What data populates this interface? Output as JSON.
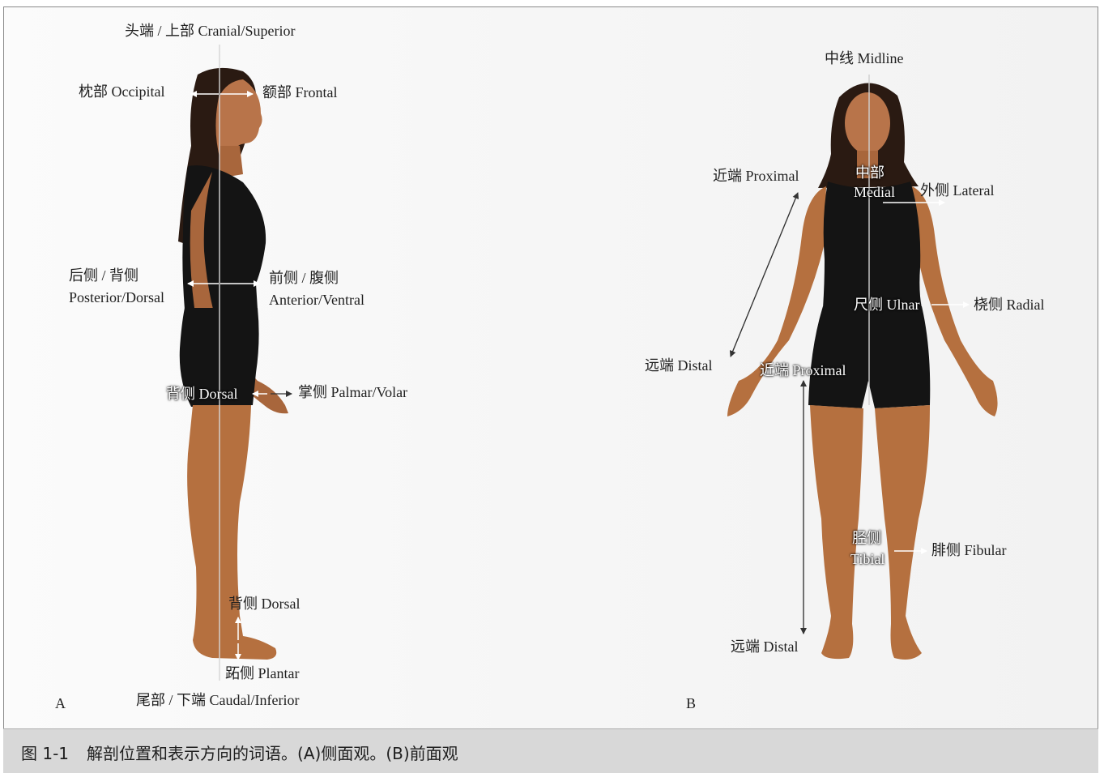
{
  "figure": {
    "caption_number": "图 1-1",
    "caption_text": "解剖位置和表示方向的词语。(A)侧面观。(B)前面观"
  },
  "panel_a": {
    "letter": "A",
    "labels": {
      "cranial": "头端 / 上部 Cranial/Superior",
      "occipital": "枕部 Occipital",
      "frontal": "额部 Frontal",
      "posterior_cn": "后侧 / 背侧",
      "posterior_en": "Posterior/Dorsal",
      "anterior_cn": "前侧 / 腹侧",
      "anterior_en": "Anterior/Ventral",
      "hand_dorsal": "背侧 Dorsal",
      "palmar": "掌侧 Palmar/Volar",
      "foot_dorsal": "背侧 Dorsal",
      "plantar": "跖侧 Plantar",
      "caudal": "尾部 / 下端 Caudal/Inferior"
    }
  },
  "panel_b": {
    "letter": "B",
    "labels": {
      "midline": "中线 Midline",
      "proximal_arm": "近端 Proximal",
      "medial_cn": "中部",
      "medial_en": "Medial",
      "lateral": "外侧 Lateral",
      "ulnar": "尺侧 Ulnar",
      "radial": "桡侧 Radial",
      "distal_arm": "远端 Distal",
      "proximal_leg": "近端 Proximal",
      "tibial_cn": "胫侧",
      "tibial_en": "Tibial",
      "fibular": "腓侧 Fibular",
      "distal_leg": "远端 Distal"
    }
  },
  "colors": {
    "skin": "#b5703f",
    "hair": "#2a1a12",
    "clothing": "#141414",
    "caption_bar": "#d8d8d8"
  }
}
